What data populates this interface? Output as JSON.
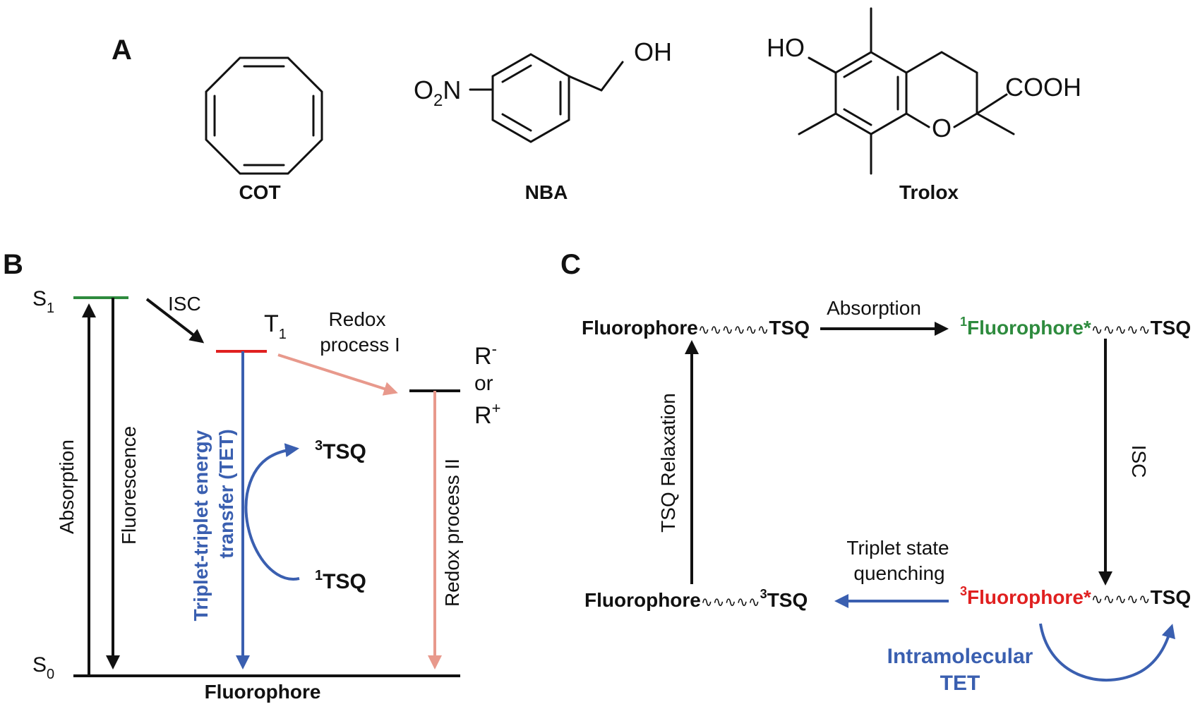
{
  "colors": {
    "green": "#2e8b3e",
    "red": "#e02020",
    "blue": "#3a5fb0",
    "salmon": "#e8998c",
    "black": "#111111"
  },
  "panel_a": {
    "label": "A",
    "molecules": [
      {
        "name": "COT"
      },
      {
        "name": "NBA",
        "substituent_oh": "OH",
        "nitro_o": "O",
        "nitro_sub": "2",
        "nitro_n": "N"
      },
      {
        "name": "Trolox",
        "ho": "HO",
        "cooh": "COOH",
        "ring_o": "O"
      }
    ]
  },
  "panel_b": {
    "label": "B",
    "s1": {
      "main": "S",
      "sub": "1"
    },
    "s0": {
      "main": "S",
      "sub": "0"
    },
    "t1": {
      "main": "T",
      "sub": "1"
    },
    "isc": "ISC",
    "redox1_line1": "Redox",
    "redox1_line2": "process I",
    "r_minus": {
      "main": "R",
      "sup": "-"
    },
    "or": "or",
    "r_plus": {
      "main": "R",
      "sup": "+"
    },
    "absorption": "Absorption",
    "fluorescence": "Fluorescence",
    "tet_line1": "Triplet-triplet energy",
    "tet_line2": "transfer (TET)",
    "tsq3": {
      "sup": "3",
      "main": "TSQ"
    },
    "tsq1": {
      "sup": "1",
      "main": "TSQ"
    },
    "redox2": "Redox process II",
    "fluorophore": "Fluorophore"
  },
  "panel_c": {
    "label": "C",
    "top_left": {
      "fluor": "Fluorophore",
      "wave": "∿∿∿∿∿∿",
      "tsq": "TSQ"
    },
    "absorption": "Absorption",
    "top_right": {
      "sup": "1",
      "fluor": "Fluorophore*",
      "wave": "∿∿∿∿∿",
      "tsq": "TSQ"
    },
    "isc": "ISC",
    "bottom_right": {
      "sup": "3",
      "fluor": "Fluorophore*",
      "wave": "∿∿∿∿∿",
      "tsq": "TSQ"
    },
    "quench_line1": "Triplet state",
    "quench_line2": "quenching",
    "bottom_left": {
      "fluor": "Fluorophore",
      "wave": "∿∿∿∿∿",
      "sup": "3",
      "tsq": "TSQ"
    },
    "relaxation": "TSQ Relaxation",
    "intra_line1": "Intramolecular",
    "intra_line2": "TET"
  }
}
